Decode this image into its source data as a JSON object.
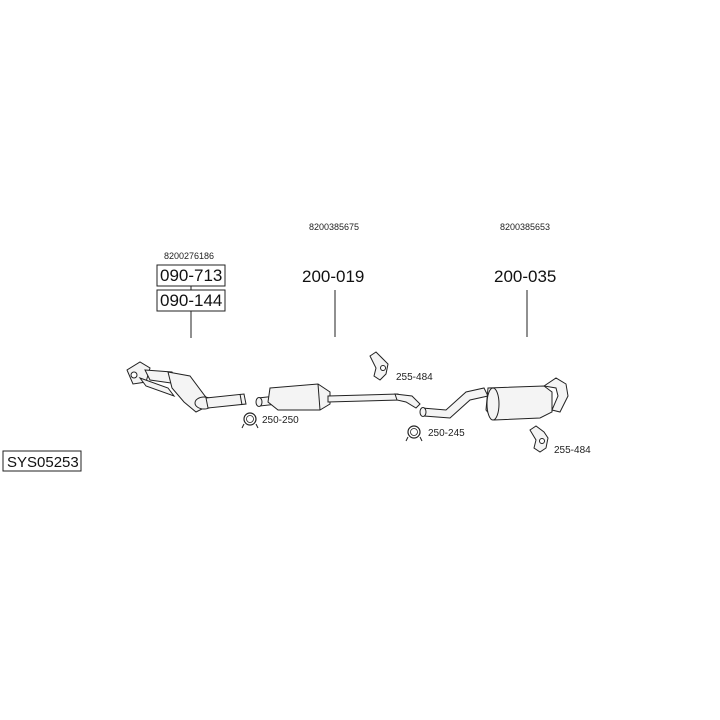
{
  "system_code": "SYS05253",
  "parts": {
    "catalyst": {
      "oem": "8200276186",
      "numbers": [
        "090-713",
        "090-144"
      ]
    },
    "center_muffler": {
      "oem": "8200385675",
      "number": "200-019"
    },
    "rear_muffler": {
      "oem": "8200385653",
      "number": "200-035"
    }
  },
  "accessories": {
    "clamp_1": "250-250",
    "clamp_2": "250-245",
    "hanger_1": "255-484",
    "hanger_2": "255-484"
  }
}
